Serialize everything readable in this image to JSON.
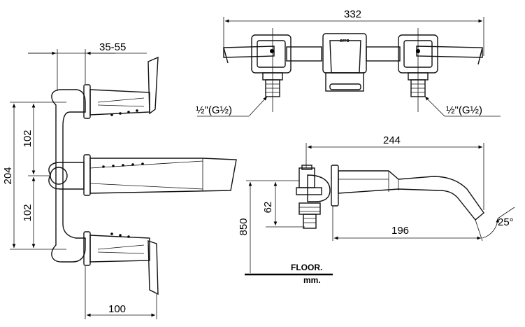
{
  "drawing": {
    "dimensions": {
      "width_top": "332",
      "handle_projection": "35-55",
      "spacing_upper": "102",
      "spacing_total": "204",
      "spacing_lower": "102",
      "depth_bottom": "100",
      "spout_reach": "244",
      "spout_body": "196",
      "inlet_offset": "62",
      "floor_height": "850",
      "angle": "25°"
    },
    "thread_left": "½\"(G½)",
    "thread_right": "½\"(G½)",
    "floor_label": "FLOOR.",
    "unit_label": "mm."
  }
}
